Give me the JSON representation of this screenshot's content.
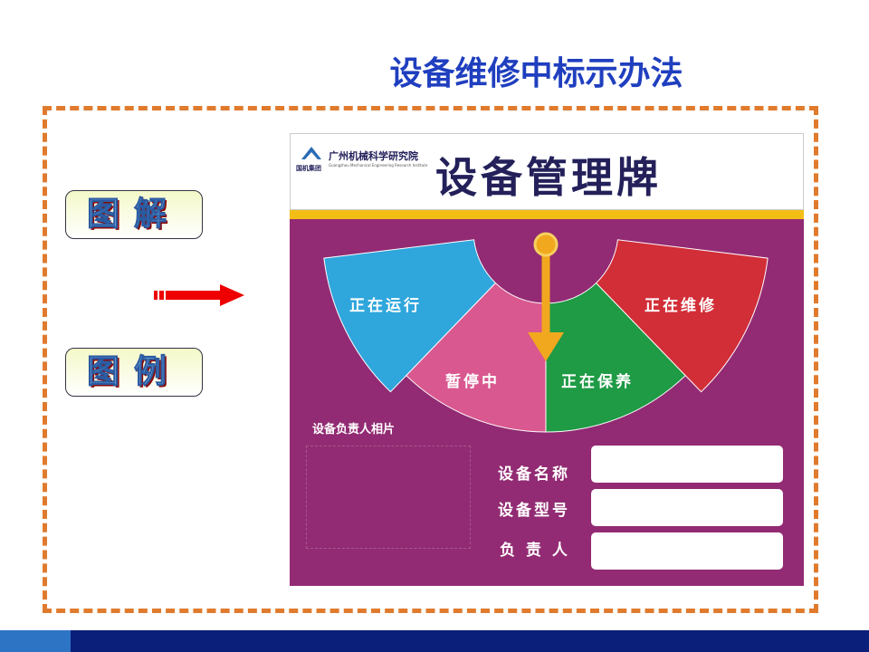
{
  "slide": {
    "title": "设备维修中标示办法"
  },
  "tags": [
    {
      "label": "图解"
    },
    {
      "label": "图例"
    }
  ],
  "board": {
    "institute": "广州机械科学研究院",
    "institute_en": "Guangzhou Mechanical Engineering Research Institute",
    "group": "国机集团",
    "title": "设备管理牌",
    "states": [
      "正在运行",
      "暂停中",
      "正在保养",
      "正在维修"
    ],
    "colors": {
      "running": "#2fa6dc",
      "paused": "#d9588f",
      "maintaining": "#1f9a45",
      "repairing": "#d22e38",
      "pointer": "#f2a81e",
      "board": "#922b73"
    },
    "photo_label": "设备负责人相片",
    "fields": [
      {
        "label": "设备名称",
        "value": ""
      },
      {
        "label": "设备型号",
        "value": ""
      },
      {
        "label": "负 责 人",
        "value": ""
      }
    ]
  }
}
